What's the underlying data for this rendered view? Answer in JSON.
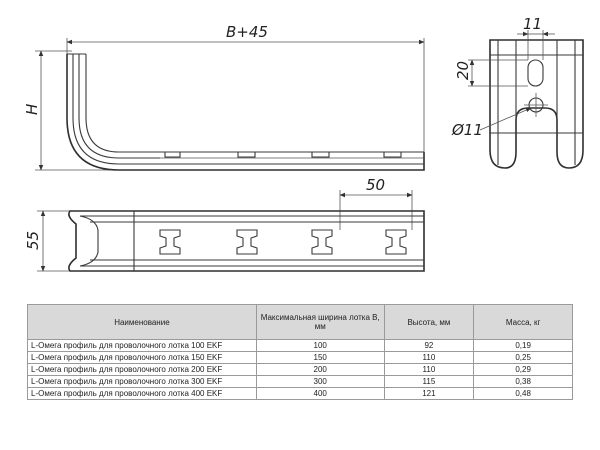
{
  "drawing": {
    "dim_width": "B+45",
    "dim_height": "H",
    "dim_slot_height": "20",
    "dim_slot_width": "11",
    "dim_hole_diameter": "Ø11",
    "dim_pitch": "50",
    "dim_profile_height": "55"
  },
  "table": {
    "headers": [
      "Наименование",
      "Максимальная ширина лотка B, мм",
      "Высота, мм",
      "Масса, кг"
    ],
    "rows": [
      {
        "name": "L-Омега профиль для проволочного лотка 100 EKF",
        "width": "100",
        "height": "92",
        "mass": "0,19"
      },
      {
        "name": "L-Омега профиль для проволочного лотка 150 EKF",
        "width": "150",
        "height": "110",
        "mass": "0,25"
      },
      {
        "name": "L-Омега профиль для проволочного лотка 200 EKF",
        "width": "200",
        "height": "110",
        "mass": "0,29"
      },
      {
        "name": "L-Омега профиль для проволочного лотка 300 EKF",
        "width": "300",
        "height": "115",
        "mass": "0,38"
      },
      {
        "name": "L-Омега профиль для проволочного лотка 400 EKF",
        "width": "400",
        "height": "121",
        "mass": "0,48"
      }
    ]
  }
}
